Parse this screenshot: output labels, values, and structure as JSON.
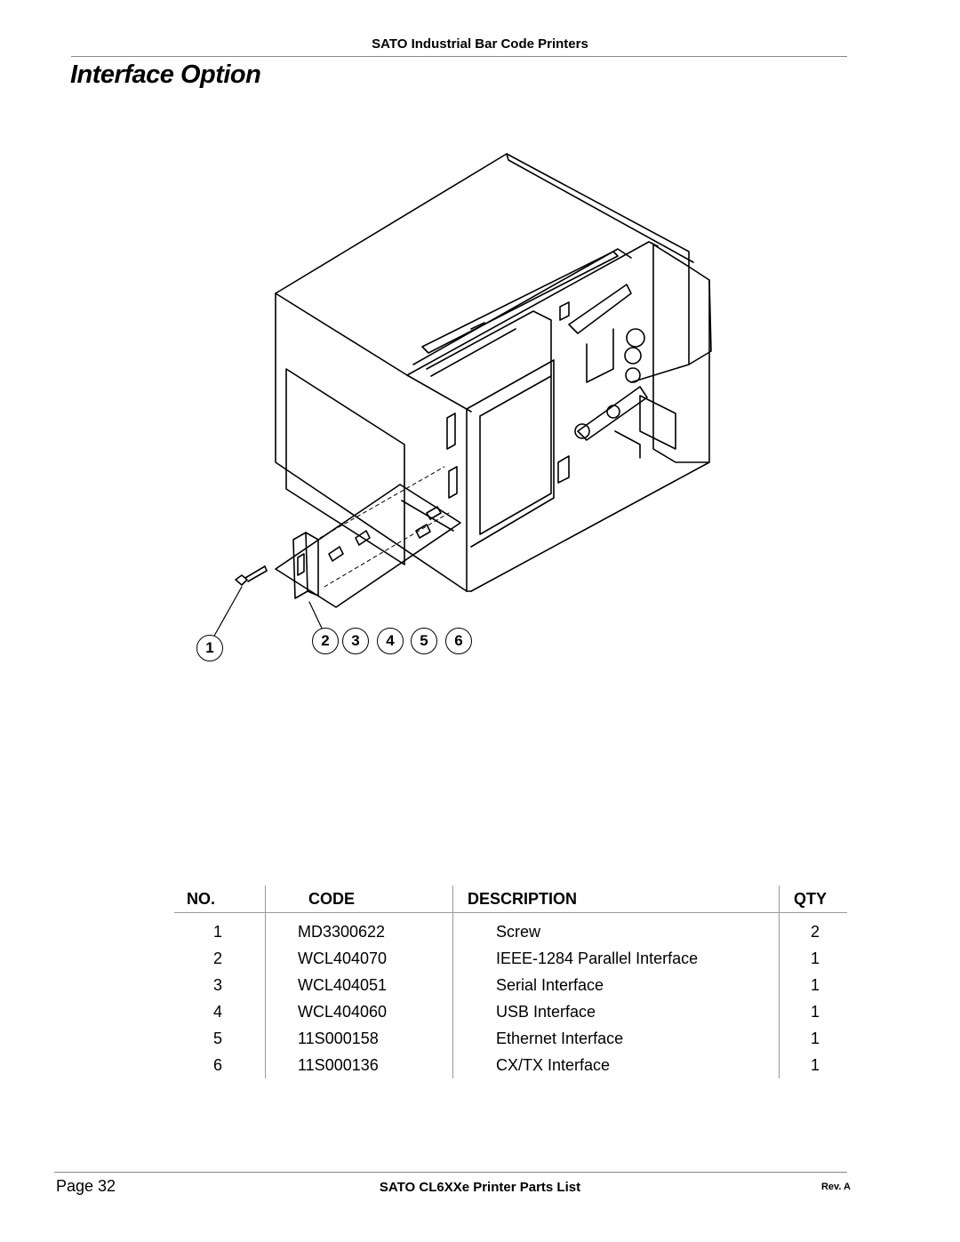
{
  "header": {
    "title": "SATO Industrial Bar Code Printers"
  },
  "page_title": "Interface Option",
  "callouts": [
    "1",
    "2",
    "3",
    "4",
    "5",
    "6"
  ],
  "table": {
    "headers": [
      "NO.",
      "CODE",
      "DESCRIPTION",
      "QTY"
    ],
    "rows": [
      {
        "no": "1",
        "code": "MD3300622",
        "description": "Screw",
        "qty": "2"
      },
      {
        "no": "2",
        "code": "WCL404070",
        "description": "IEEE-1284 Parallel Interface",
        "qty": "1"
      },
      {
        "no": "3",
        "code": "WCL404051",
        "description": "Serial Interface",
        "qty": "1"
      },
      {
        "no": "4",
        "code": "WCL404060",
        "description": "USB Interface",
        "qty": "1"
      },
      {
        "no": "5",
        "code": "11S000158",
        "description": "Ethernet Interface",
        "qty": "1"
      },
      {
        "no": "6",
        "code": "11S000136",
        "description": "CX/TX Interface",
        "qty": "1"
      }
    ]
  },
  "footer": {
    "page": "Page 32",
    "doc_title": "SATO CL6XXe Printer Parts List",
    "revision": "Rev. A"
  }
}
